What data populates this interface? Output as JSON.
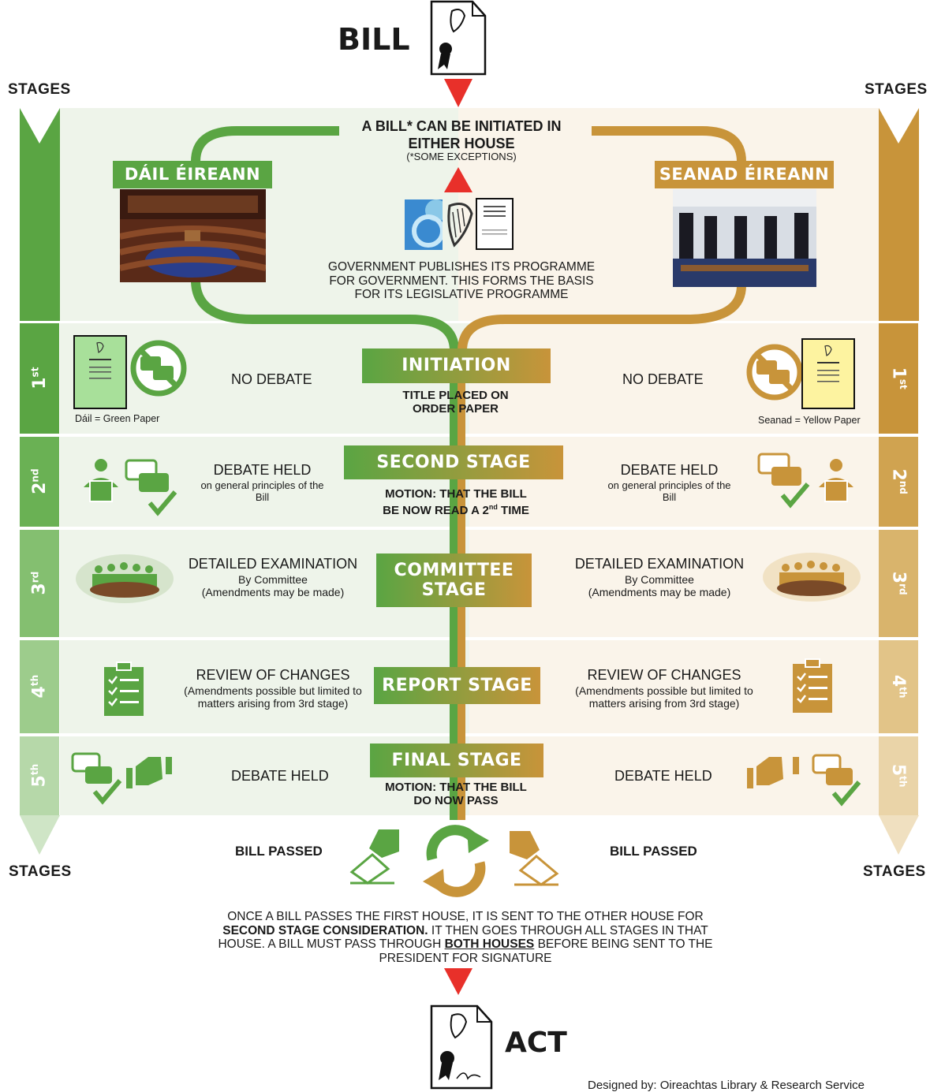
{
  "top": {
    "title": "BILL"
  },
  "stages_label": "STAGES",
  "initiation": {
    "heading_line1": "A BILL* CAN BE INITIATED IN",
    "heading_line2": "EITHER HOUSE",
    "note": "(*SOME EXCEPTIONS)",
    "dail": "DÁIL ÉIREANN",
    "seanad": "SEANAD ÉIREANN",
    "gov_line1": "GOVERNMENT PUBLISHES ITS PROGRAMME",
    "gov_line2": "FOR GOVERNMENT. THIS FORMS THE BASIS",
    "gov_line3": "FOR ITS LEGISLATIVE PROGRAMME"
  },
  "stages": [
    {
      "num": "1",
      "suffix": "st",
      "title": "INITIATION",
      "motion_line1": "TITLE PLACED ON",
      "motion_line2": "ORDER PAPER",
      "left_main": "NO DEBATE",
      "right_main": "NO DEBATE",
      "left_caption": "Dáil = Green Paper",
      "right_caption": "Seanad = Yellow Paper"
    },
    {
      "num": "2",
      "suffix": "nd",
      "title": "SECOND STAGE",
      "motion_line1": "MOTION: THAT THE BILL",
      "motion_line2a": "BE NOW READ A 2",
      "motion_sup": "nd",
      "motion_line2b": " TIME",
      "main": "DEBATE HELD",
      "sub_line1": "on general principles of the",
      "sub_line2": "Bill"
    },
    {
      "num": "3",
      "suffix": "rd",
      "title_line1": "COMMITTEE",
      "title_line2": "STAGE",
      "main": "DETAILED EXAMINATION",
      "sub_line1": "By Committee",
      "sub_line2": "(Amendments may be made)"
    },
    {
      "num": "4",
      "suffix": "th",
      "title": "REPORT STAGE",
      "main": "REVIEW OF CHANGES",
      "sub_line1": "(Amendments possible but limited to",
      "sub_line2": "matters arising from 3rd stage)"
    },
    {
      "num": "5",
      "suffix": "th",
      "title": "FINAL STAGE",
      "motion_line1": "MOTION: THAT THE BILL",
      "motion_line2": "DO NOW PASS",
      "main": "DEBATE HELD"
    }
  ],
  "passed": {
    "left": "BILL PASSED",
    "right": "BILL PASSED"
  },
  "footer": {
    "line1": "ONCE A BILL PASSES THE FIRST HOUSE, IT IS SENT TO THE OTHER HOUSE FOR",
    "line2_bold": "SECOND STAGE CONSIDERATION.",
    "line2_rest": " IT THEN GOES THROUGH ALL STAGES IN THAT",
    "line3_a": "HOUSE. A BILL MUST PASS THROUGH ",
    "line3_u": "BOTH HOUSES",
    "line3_b": " BEFORE BEING SENT TO THE",
    "line4": "PRESIDENT FOR SIGNATURE"
  },
  "bottom": {
    "title": "ACT",
    "credit": "Designed by: Oireachtas Library & Research Service"
  },
  "colors": {
    "green": "#5aa543",
    "gold": "#c8943a",
    "green_light": "#e9f2e5",
    "gold_light": "#fbf5ea"
  }
}
